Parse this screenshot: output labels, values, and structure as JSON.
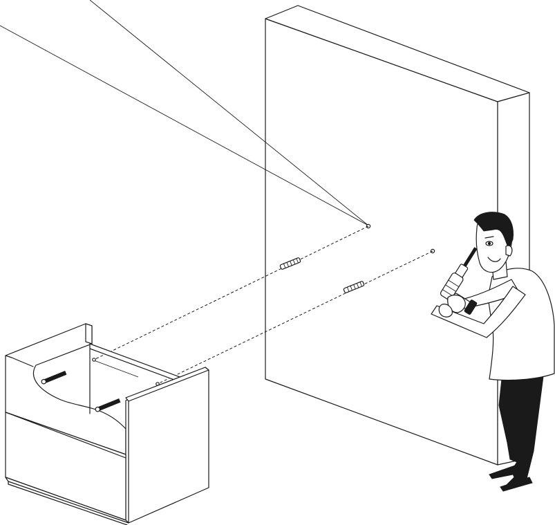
{
  "illustration": {
    "scene": "wall-mount-cabinet-assembly",
    "colors": {
      "ink": "#1a1a1a",
      "background": "#ffffff"
    },
    "parts": [
      "wall",
      "cabinet",
      "wall-plug",
      "screw",
      "drill",
      "person"
    ]
  }
}
